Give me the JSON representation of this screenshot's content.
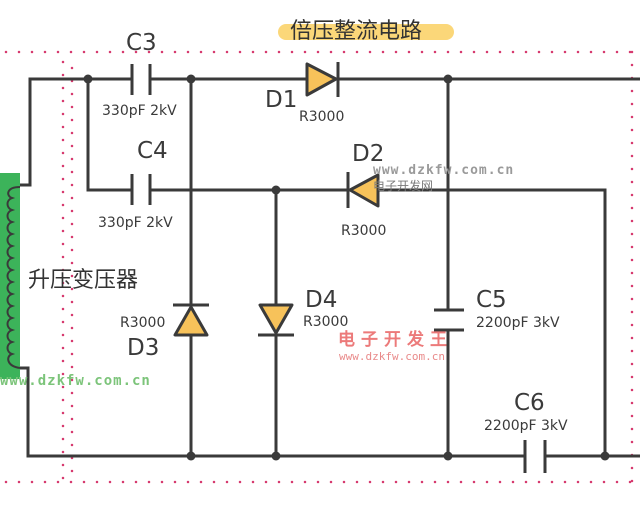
{
  "title": "倍压整流电路",
  "transformer_label": "升压变压器",
  "components": {
    "C3": {
      "name": "C3",
      "value": "330pF 2kV"
    },
    "C4": {
      "name": "C4",
      "value": "330pF 2kV"
    },
    "C5": {
      "name": "C5",
      "value": "2200pF 3kV"
    },
    "C6": {
      "name": "C6",
      "value": "2200pF 3kV"
    },
    "D1": {
      "name": "D1",
      "value": "R3000"
    },
    "D2": {
      "name": "D2",
      "value": "R3000"
    },
    "D3": {
      "name": "D3",
      "value": "R3000"
    },
    "D4": {
      "name": "D4",
      "value": "R3000"
    }
  },
  "watermarks": {
    "site_url": "www.dzkfw.com.cn",
    "site_name_cn": "电子开发网",
    "brand_cn": "电子开发王",
    "site_url_small": "www.dzkfw.com.cn",
    "site_url_left": "www.dzkfw.com.cn"
  },
  "colors": {
    "wire": "#3a3a3a",
    "diode_fill": "#f7c25a",
    "transformer": "#3cb35a",
    "title_highlight": "#fbd779",
    "border_dots": "#d6386e"
  }
}
